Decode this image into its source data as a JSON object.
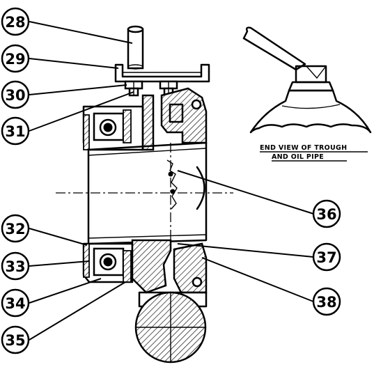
{
  "callouts": [
    {
      "id": "28",
      "label": "28"
    },
    {
      "id": "29",
      "label": "29"
    },
    {
      "id": "30",
      "label": "30"
    },
    {
      "id": "31",
      "label": "31"
    },
    {
      "id": "32",
      "label": "32"
    },
    {
      "id": "33",
      "label": "33"
    },
    {
      "id": "34",
      "label": "34"
    },
    {
      "id": "35",
      "label": "35"
    },
    {
      "id": "36",
      "label": "36"
    },
    {
      "id": "37",
      "label": "37"
    },
    {
      "id": "38",
      "label": "38"
    }
  ],
  "end_view_caption": {
    "line1": "END VIEW OF TROUGH",
    "line2": "AND OIL PIPE"
  }
}
